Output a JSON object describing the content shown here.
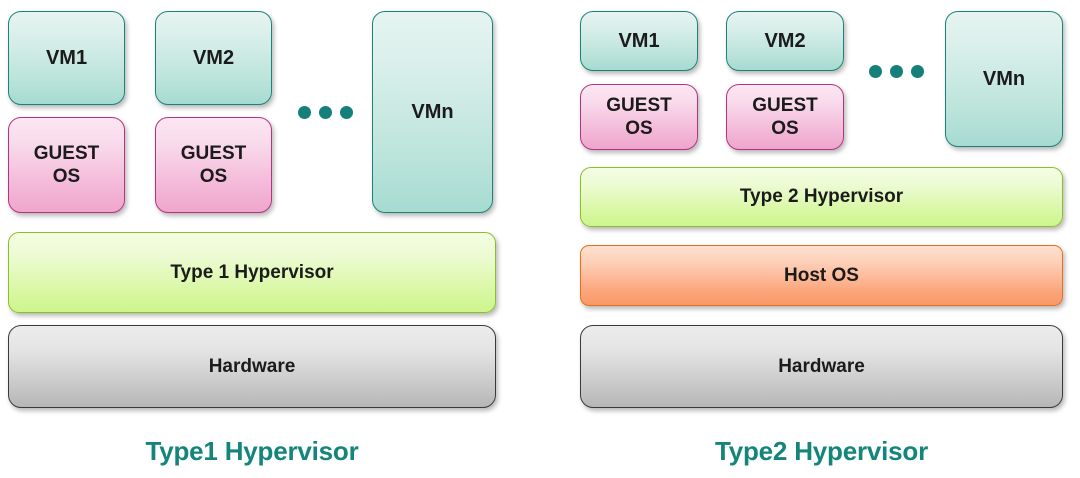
{
  "diagram": {
    "title_left": "Type1 Hypervisor",
    "title_right": "Type2 Hypervisor",
    "accent_color": "#14857b",
    "colors": {
      "vm_fill_top": "#e6f4f1",
      "vm_fill_bottom": "#a6dbd1",
      "vm_border": "#1a8379",
      "guest_fill_top": "#fce6f1",
      "guest_fill_bottom": "#efa6cc",
      "guest_border": "#b5327f",
      "hypervisor_fill_top": "#f4fde3",
      "hypervisor_fill_bottom": "#cdf58c",
      "hypervisor_border": "#8cbe2a",
      "hostos_fill_top": "#fee0cf",
      "hostos_fill_bottom": "#f9996a",
      "hostos_border": "#e8701a",
      "hardware_fill_top": "#ececec",
      "hardware_fill_bottom": "#b6b6b6",
      "hardware_border": "#3a3a3a",
      "dots": "#15807a"
    }
  },
  "left_panel": {
    "vms": [
      {
        "vm_label": "VM1",
        "guest_label": "GUEST\nOS"
      },
      {
        "vm_label": "VM2",
        "guest_label": "GUEST\nOS"
      }
    ],
    "vm_n_label": "VMn",
    "ellipsis": "•••",
    "hypervisor_label": "Type 1 Hypervisor",
    "hardware_label": "Hardware",
    "caption": "Type1 Hypervisor"
  },
  "right_panel": {
    "vms": [
      {
        "vm_label": "VM1",
        "guest_label": "GUEST\nOS"
      },
      {
        "vm_label": "VM2",
        "guest_label": "GUEST\nOS"
      }
    ],
    "vm_n_label": "VMn",
    "ellipsis": "•••",
    "hypervisor_label": "Type 2 Hypervisor",
    "hostos_label": "Host OS",
    "hardware_label": "Hardware",
    "caption": "Type2 Hypervisor"
  }
}
